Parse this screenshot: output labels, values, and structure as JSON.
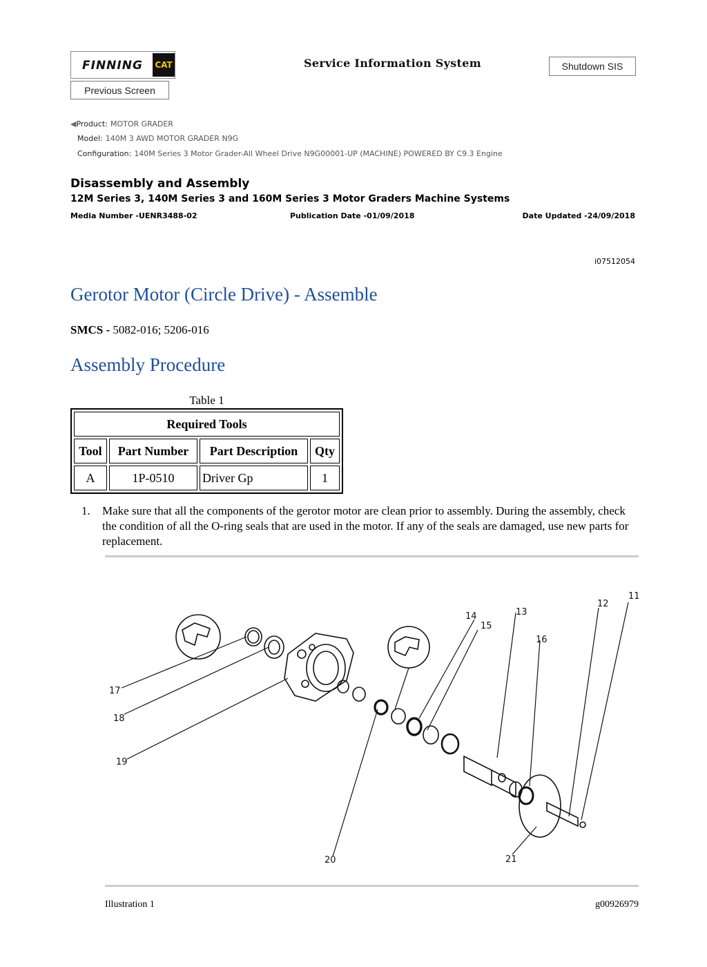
{
  "header": {
    "logo_text": "FINNING",
    "logo_cat": "CAT",
    "sis_title": "Service Information System",
    "shutdown_label": "Shutdown SIS",
    "previous_label": "Previous Screen"
  },
  "meta": {
    "product_label": "Product:",
    "product_value": "MOTOR GRADER",
    "model_label": "Model:",
    "model_value": "140M 3 AWD MOTOR GRADER N9G",
    "config_label": "Configuration:",
    "config_value": "140M Series 3 Motor Grader-All Wheel Drive N9G00001-UP (MACHINE) POWERED BY C9.3 Engine"
  },
  "doc": {
    "section": "Disassembly and Assembly",
    "series": "12M Series 3, 140M Series 3 and 160M Series 3 Motor Graders Machine Systems",
    "media": "Media Number -UENR3488-02",
    "pub_date": "Publication Date -01/09/2018",
    "updated": "Date Updated -24/09/2018",
    "doc_id": "i07512054",
    "title": "Gerotor Motor (Circle Drive) - Assemble",
    "smcs_label": "SMCS -",
    "smcs_value": "5082-016; 5206-016",
    "subtitle": "Assembly Procedure"
  },
  "table": {
    "caption": "Table 1",
    "title": "Required Tools",
    "headers": [
      "Tool",
      "Part Number",
      "Part Description",
      "Qty"
    ],
    "rows": [
      [
        "A",
        "1P-0510",
        "Driver Gp",
        "1"
      ]
    ]
  },
  "steps": [
    {
      "num": "1.",
      "text": "Make sure that all the components of the gerotor motor are clean prior to assembly. During the assembly, check the condition of all the O-ring seals that are used in the motor. If any of the seals are damaged, use new parts for replacement."
    }
  ],
  "illustration": {
    "callouts": [
      "11",
      "12",
      "13",
      "14",
      "15",
      "16",
      "17",
      "18",
      "19",
      "20",
      "21"
    ],
    "caption_left": "Illustration 1",
    "caption_right": "g00926979"
  },
  "colors": {
    "heading_blue": "#1f4e9b"
  }
}
